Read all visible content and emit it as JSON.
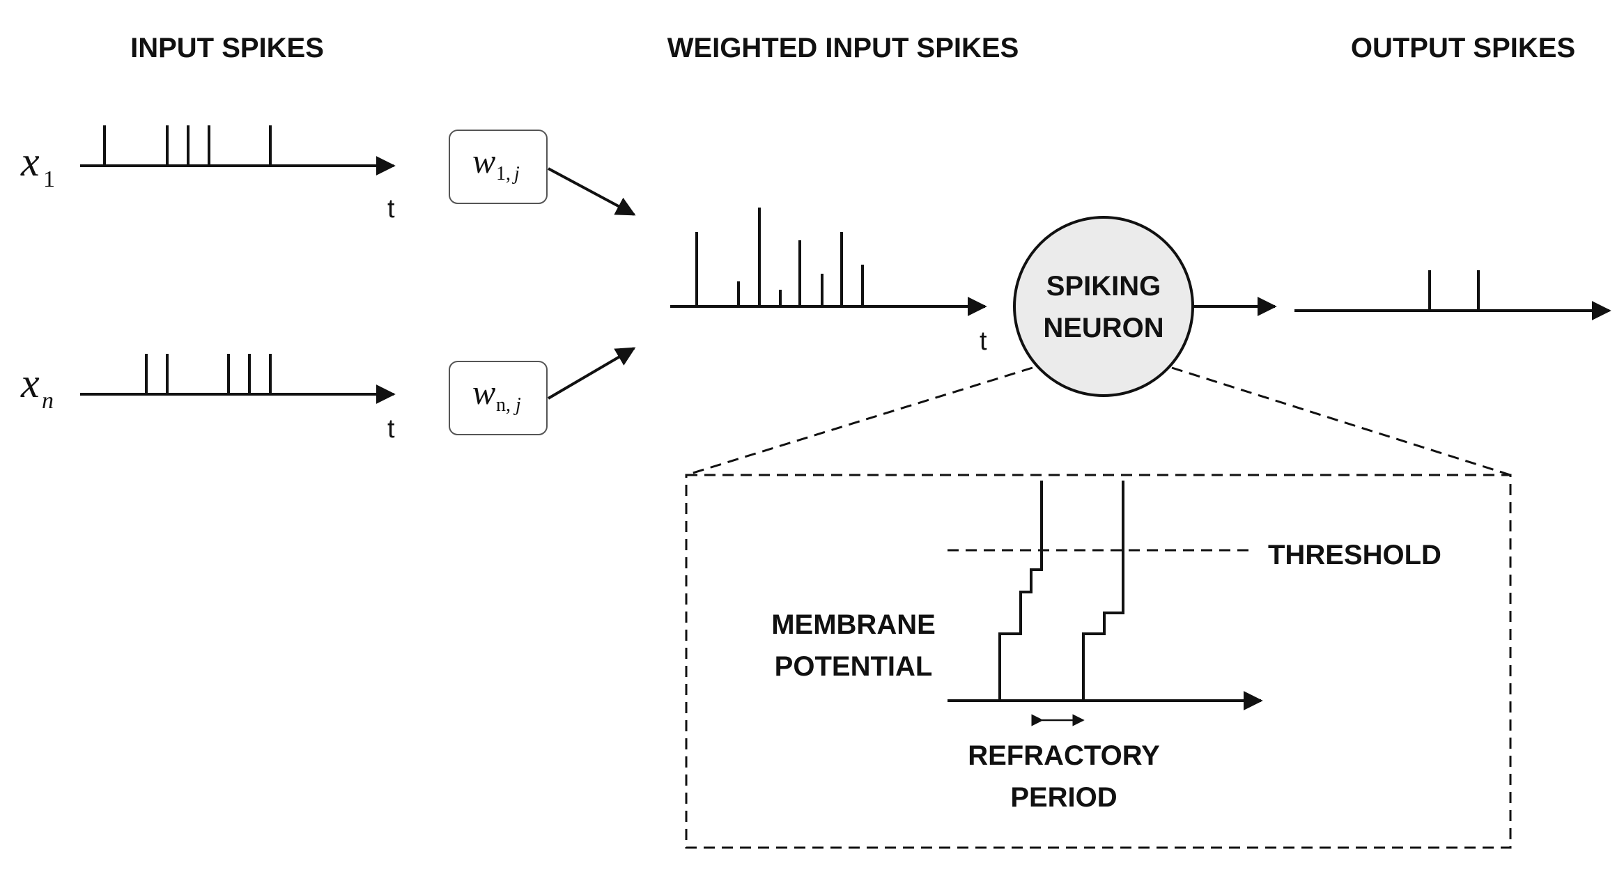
{
  "headers": {
    "input": "INPUT SPIKES",
    "weighted": "WEIGHTED INPUT SPIKES",
    "output": "OUTPUT SPIKES"
  },
  "inputs": [
    {
      "var": "x",
      "sub": "1",
      "t_label": "t"
    },
    {
      "var": "x",
      "sub": "n",
      "t_label": "t"
    }
  ],
  "weights": [
    {
      "var": "w",
      "sub": "1,",
      "sub_j": "j"
    },
    {
      "var": "w",
      "sub": "n,",
      "sub_j": "j"
    }
  ],
  "weighted_axis_t": "t",
  "neuron": {
    "line1": "SPIKING",
    "line2": "NEURON",
    "fill": "#ebebeb"
  },
  "inset": {
    "threshold": "THRESHOLD",
    "membrane_line1": "MEMBRANE",
    "membrane_line2": "POTENTIAL",
    "refractory_line1": "REFRACTORY",
    "refractory_line2": "PERIOD"
  },
  "colors": {
    "stroke": "#111111",
    "neuron_fill": "#ebebeb"
  }
}
